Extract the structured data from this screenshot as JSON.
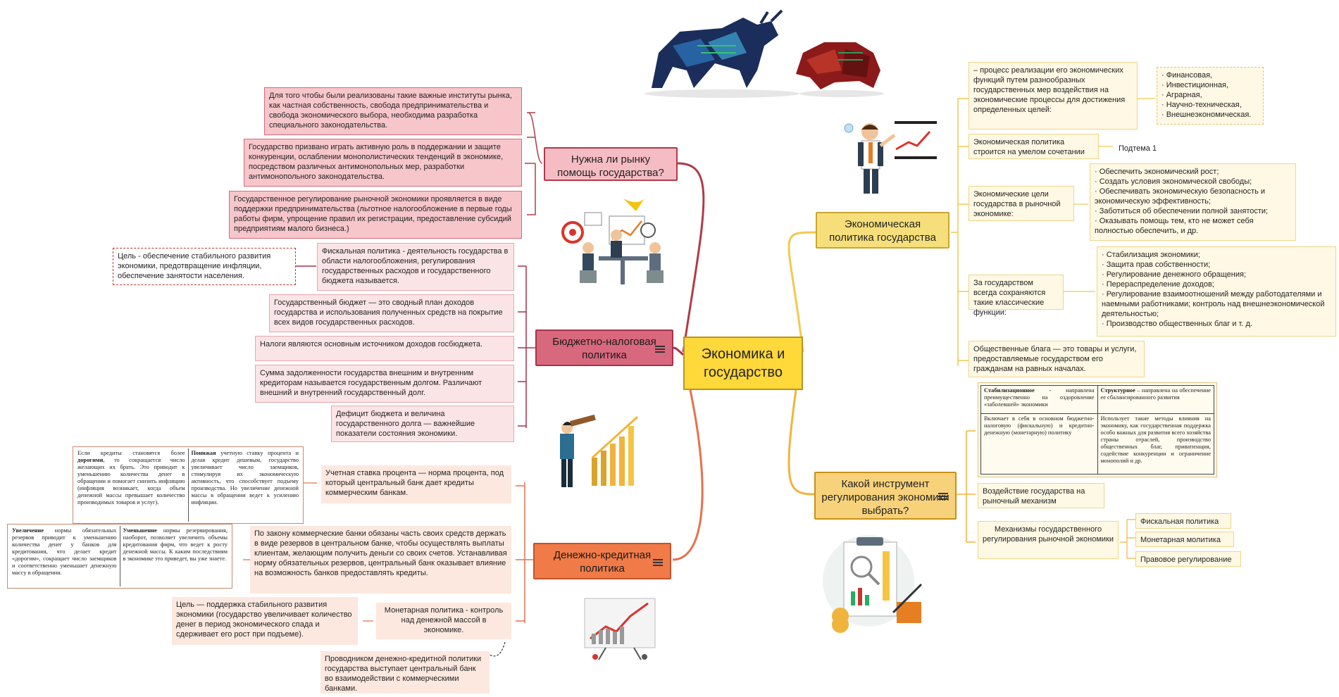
{
  "center": {
    "title": "Экономика и государство"
  },
  "branch_market": {
    "title": "Нужна ли рынку помощь государства?",
    "items": [
      "Для того чтобы были реализованы такие важные институты рынка, как частная собственность, свобода предпринимательства и свобода экономического выбора, необходима разработка специального законодательства.",
      "Государство призвано играть активную роль в поддержании и защите конкуренции, ослаблении монополистических тенденций в экономике, посредством различных антимонопольных мер, разработки антимонопольного законодательства.",
      "Государственное регулирование рыночной экономики проявляется в виде поддержки предпринимательства (льготное налогообложение в первые годы работы фирм, упрощение правил их регистрации, предоставление субсидий предприятиям малого бизнеса.)"
    ]
  },
  "branch_fiscal": {
    "title": "Бюджетно-налоговая политика",
    "goal": "Цель - обеспечение стабильного развития экономики, предотвращение инфляции, обеспечение занятости населения.",
    "items": [
      "Фискальная политика - деятельность государства в области налогообложения, регулирования государственных расходов и государственного бюджета называется.",
      "Государственный бюджет — это сводный план доходов государства и использования полученных средств на покрытие всех видов государственных расходов.",
      "Налоги являются основным источником доходов госбюджета.",
      "Сумма задолженности государства внешним и внутренним кредиторам называется государственным долгом. Различают внешний и внутренний государственный долг.",
      "Дефицит бюджета и величина государственного долга — важнейшие показатели состояния экономики."
    ]
  },
  "branch_monetary": {
    "title": "Денежно-кредитная политика",
    "items": [
      "Учетная ставка процента — норма процента, под который центральный банк дает кредиты коммерческим банкам.",
      "По закону коммерческие банки обязаны часть своих средств держать в виде резервов в центральном банке, чтобы осуществлять выплаты клиентам, желающим получить деньги со своих счетов. Устанавливая норму обязательных резервов, центральный банк оказывает влияние на возможность банков предоставлять кредиты.",
      "Монетарная политика - контроль над денежной массой в экономике.",
      "Цель — поддержка стабильного развития экономики (государство увеличивает количество денег в период экономического спада и сдерживает его рост при подъеме).",
      "Проводником денежно-кредитной политики государства выступает центральный банк во взаимодействии с коммерческими банками."
    ],
    "table1": {
      "left_pre": "Если кредиты становятся более ",
      "left_bold": "дорогими",
      "left_post": ", то сокращается число желающих их брать. Это приводит к уменьшению количества денег в обращении и помогает снизить инфляцию (инфляция возникает, когда объем денежной массы превышает количество производимых товаров и услуг).",
      "right_bold": "Понижая",
      "right_post": " учетную ставку процента и делая кредит дешевым, государство увеличивает число заемщиков, стимулируя их экономическую активность, что способствует подъему производства. Но увеличение денежной массы в обращении ведет к усилению инфляции."
    },
    "table2": {
      "left_bold": "Увеличение",
      "left_post": " нормы обязательных резервов приводит к уменьшению количества денег у банков для кредитования, что делает кредит «дорогим», сокращает число заемщиков и соответственно уменьшает денежную массу в обращении.",
      "right_bold": "Уменьшение",
      "right_post": " нормы резервирования, наоборот, позволяет увеличить объемы кредитования фирм, что ведет к росту денежной массы. К каким последствиям в экономике это приведет, вы уже знаете."
    }
  },
  "branch_policy": {
    "title": "Экономическая политика государства",
    "definition": "– процесс реализации его экономических функций путем разнообразных государственных мер воздействия на экономические процессы для достижения определенных целей:",
    "types": "· Финансовая,\n· Инвестиционная,\n· Аграрная,\n· Научно-техническая,\n· Внешнеэкономическая.",
    "combo": "Экономическая политика строится на умелом сочетании",
    "subtopic": "Подтема 1",
    "goals_label": "Экономические цели государства в рыночной экономике:",
    "goals": "· Обеспечить экономический рост;\n· Создать условия экономической свободы;\n· Обеспечивать экономическую безопасность и экономическую эффективность;\n· Заботиться об обеспечении полной занятости;\n· Оказывать помощь тем, кто не может себя полностью обеспечить, и др.",
    "functions_label": "За государством всегда сохраняются такие классические функции:",
    "functions": "· Стабилизация экономики;\n· Защита прав собственности;\n· Регулирование денежного обращения;\n· Перераспределение доходов;\n· Регулирование взаимоотношений между работодателями и наемными работниками; контроль над внешнеэкономической деятельностью;\n· Производство общественных благ и т. д.",
    "public_goods": "Общественные блага — это товары и услуги, предоставляемые государством его гражданам на равных началах."
  },
  "branch_tools": {
    "title": "Какой инструмент регулирования экономики выбрать?",
    "table": {
      "h1_bold": "Стабилизационное",
      "h1_post": " - направлена преимущественно на оздоровление «заболевшей» экономики",
      "h2_bold": "Структурное",
      "h2_post": " – направлена на обеспечение ее сбалансированного развития",
      "c1": "Включает в себя в основном бюджетно-налоговую (фискальную) и кредитно-денежную (монетарную) политику",
      "c2": "Использует такие методы влияния на экономику, как государственная поддержка особо важных для развития всего хозяйства страны отраслей, производство общественных благ, приватизация, содействие конкуренции и ограничение монополий и др."
    },
    "impact": "Воздействие государства на рыночный механизм",
    "mechanisms": "Механизмы государственного регулирования рыночной экономики",
    "m1": "Фискальная политика",
    "m2": "Монетарная молитика",
    "m3": "Правовое регулирование"
  },
  "colors": {
    "market": "#b23a48",
    "fiscal": "#a8324a",
    "monetary": "#e8704a",
    "policy": "#f2c94c",
    "tools": "#f0b43c"
  }
}
